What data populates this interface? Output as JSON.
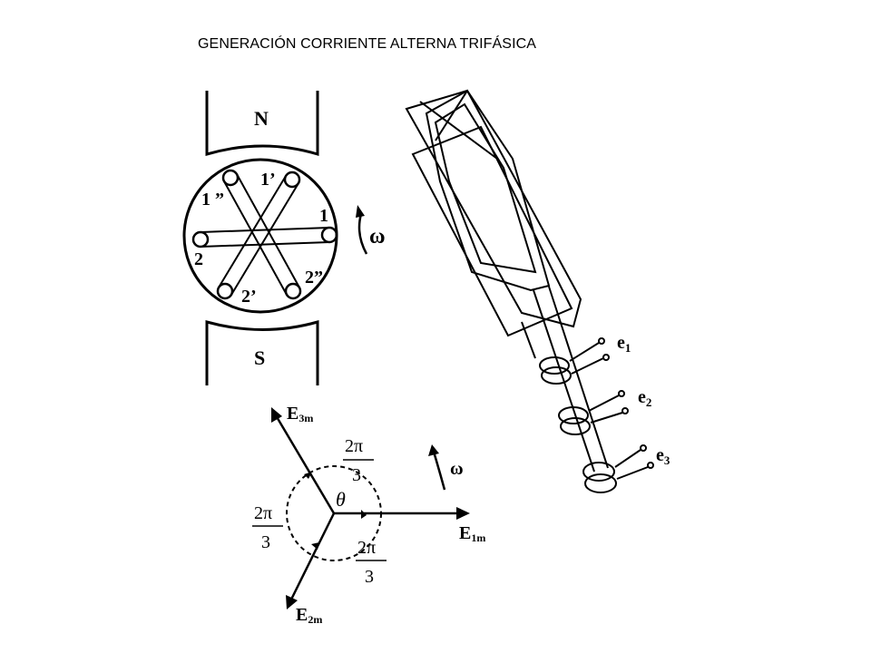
{
  "title": "GENERACIÓN CORRIENTE ALTERNA TRIFÁSICA",
  "generator": {
    "pole_north": "N",
    "pole_south": "S",
    "omega": "ω",
    "coil_labels": {
      "c1": "1",
      "c1_prime": "1’",
      "c1_double": "1 ”",
      "c2": "2",
      "c2_prime": "2’",
      "c2_double": "2”"
    }
  },
  "rotor": {
    "outputs": [
      {
        "base": "e",
        "sub": "1"
      },
      {
        "base": "e",
        "sub": "2"
      },
      {
        "base": "e",
        "sub": "3"
      }
    ]
  },
  "phasor": {
    "e1": {
      "base": "E",
      "sub": "1m"
    },
    "e2": {
      "base": "E",
      "sub": "2m"
    },
    "e3": {
      "base": "E",
      "sub": "3m"
    },
    "angle_symbol": "θ",
    "omega": "ω",
    "angle_fraction": {
      "num": "2π",
      "den": "3"
    }
  },
  "colors": {
    "ink": "#000000",
    "background": "#ffffff"
  }
}
